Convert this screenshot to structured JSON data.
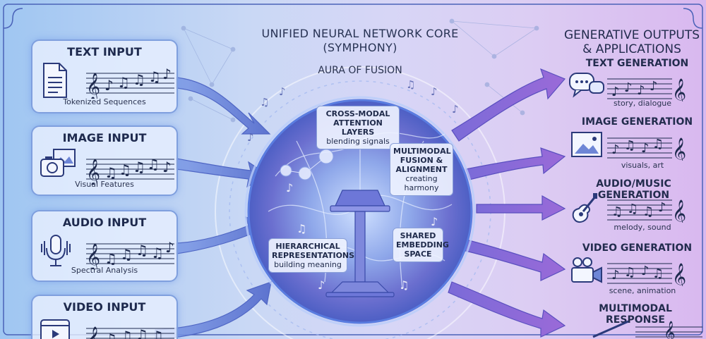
{
  "inputs": [
    {
      "title": "TEXT INPUT",
      "subtitle": "Tokenized Sequences",
      "icon": "document-icon"
    },
    {
      "title": "IMAGE INPUT",
      "subtitle": "Visual Features",
      "icon": "camera-photo-icon"
    },
    {
      "title": "AUDIO INPUT",
      "subtitle": "Spectral Analysis",
      "icon": "microphone-icon"
    },
    {
      "title": "VIDEO INPUT",
      "subtitle": "",
      "icon": "video-play-icon"
    }
  ],
  "core": {
    "title_line1": "UNIFIED NEURAL NETWORK CORE",
    "title_line2": "(SYMPHONY)",
    "aura": "AURA OF FUSION",
    "labels": [
      {
        "title": "CROSS-MODAL ATTENTION LAYERS",
        "sub": "blending signals"
      },
      {
        "title": "MULTIMODAL FUSION & ALIGNMENT",
        "sub": "creating harmony"
      },
      {
        "title": "HIERARCHICAL REPRESENTATIONS",
        "sub": "building meaning"
      },
      {
        "title": "SHARED EMBEDDING SPACE",
        "sub": ""
      }
    ]
  },
  "outputs": {
    "heading_line1": "GENERATIVE OUTPUTS",
    "heading_line2": "& APPLICATIONS",
    "items": [
      {
        "title": "TEXT GENERATION",
        "subtitle": "story, dialogue",
        "icon": "chat-bubbles-icon"
      },
      {
        "title": "IMAGE GENERATION",
        "subtitle": "visuals, art",
        "icon": "picture-frame-icon"
      },
      {
        "title": "AUDIO/MUSIC GENERATION",
        "subtitle": "melody, sound",
        "icon": "guitar-icon"
      },
      {
        "title": "VIDEO GENERATION",
        "subtitle": "scene, animation",
        "icon": "film-camera-icon"
      },
      {
        "title": "MULTIMODAL RESPONSE",
        "subtitle": "",
        "icon": "conductor-baton-icon"
      }
    ]
  },
  "colors": {
    "accent": "#7b63d6",
    "arrow_blue": "#6f8fe0",
    "arrow_purple": "#8d63d8",
    "core_ring": "#6d8fe6"
  }
}
